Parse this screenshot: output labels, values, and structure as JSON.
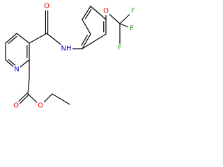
{
  "molecule": {
    "atom_labels": {
      "amide_oxygen": {
        "text": "O",
        "color": "#e00000"
      },
      "amide_nh": {
        "text": "NH",
        "color": "#0000d0"
      },
      "ether_oxygen": {
        "text": "O",
        "color": "#e00000"
      },
      "fluorine_top": {
        "text": "F",
        "color": "#2aa02a"
      },
      "fluorine_right": {
        "text": "F",
        "color": "#2aa02a"
      },
      "fluorine_bottom": {
        "text": "F",
        "color": "#2aa02a"
      },
      "pyridine_nitrogen": {
        "text": "N",
        "color": "#0000d0"
      },
      "ester_carbonyl_oxygen": {
        "text": "O",
        "color": "#e00000"
      },
      "ester_oxygen": {
        "text": "O",
        "color": "#e00000"
      }
    }
  }
}
